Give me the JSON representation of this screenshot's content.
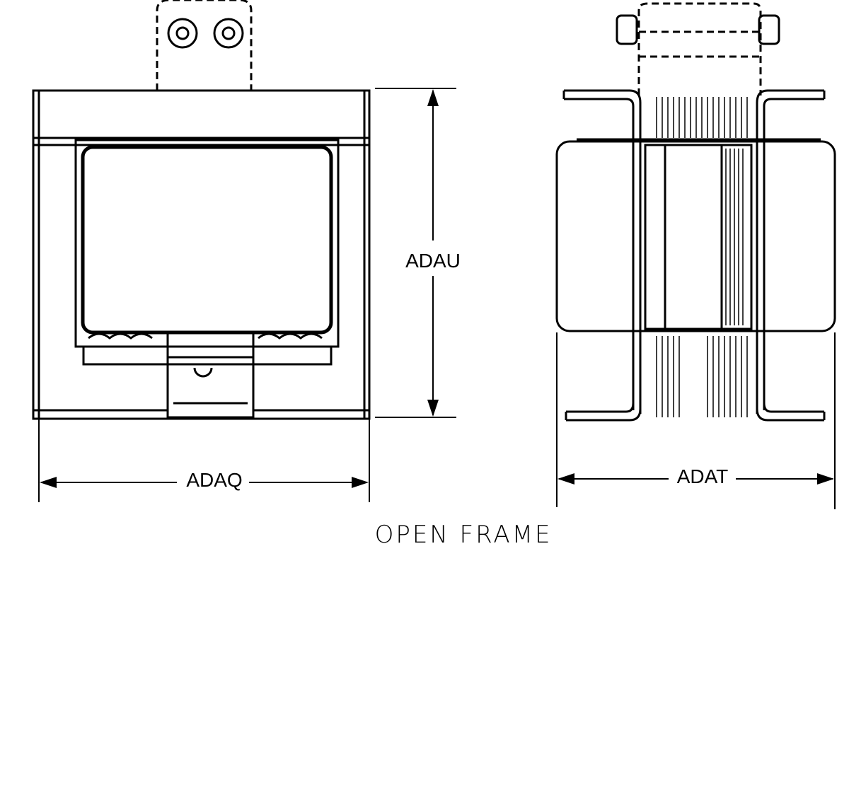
{
  "labels": {
    "height_dim": "ADAU",
    "width_dim": "ADAQ",
    "depth_dim": "ADAT",
    "caption": "OPEN FRAME"
  },
  "colors": {
    "ink": "#000000",
    "background": "#ffffff"
  }
}
